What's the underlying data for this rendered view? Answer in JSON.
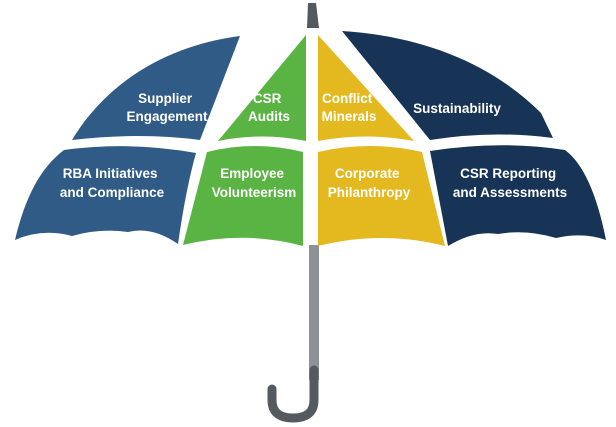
{
  "colors": {
    "blue": "#2f5b86",
    "navy": "#173356",
    "green": "#5ab443",
    "yellow": "#e4b91f",
    "handle": "#555a60",
    "shaft": "#8e9196",
    "tip": "#55595e"
  },
  "segments": {
    "supplier_engagement": [
      "Supplier",
      "Engagement"
    ],
    "csr_audits": [
      "CSR",
      "Audits"
    ],
    "conflict_minerals": [
      "Conflict",
      "Minerals"
    ],
    "sustainability": [
      "Sustainability"
    ],
    "rba_initiatives": [
      "RBA Initiatives",
      "and Compliance"
    ],
    "employee_volunteerism": [
      "Employee",
      "Volunteerism"
    ],
    "corporate_philanthropy": [
      "Corporate",
      "Philanthropy"
    ],
    "csr_reporting": [
      "CSR Reporting",
      "and Assessments"
    ]
  }
}
